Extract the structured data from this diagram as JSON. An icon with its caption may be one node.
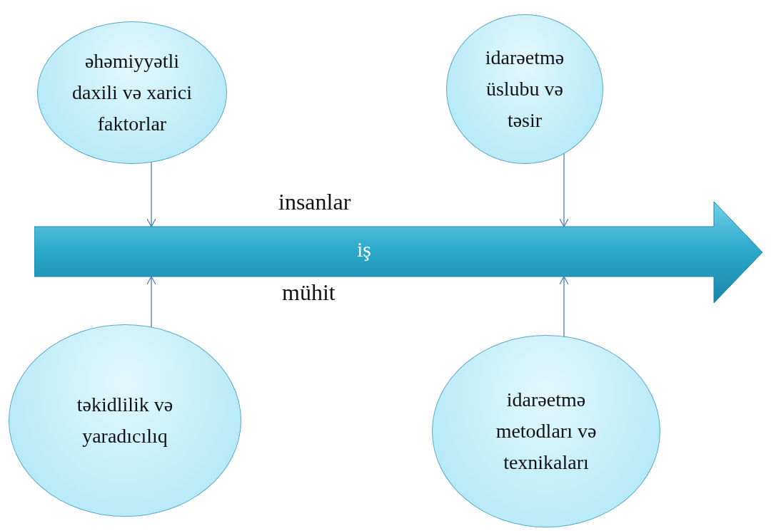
{
  "diagram": {
    "nodes": [
      {
        "text": [
          "əhəmiyyətli daxili və xarici faktorlar"
        ]
      },
      {
        "text": [
          "idarəetmə üslubu və təsir"
        ]
      },
      {
        "text": [
          "iş"
        ]
      },
      {
        "text": [
          "təkidlilik və yaradıcılıq"
        ]
      },
      {
        "text": [
          "idarəetmə metodları və texnikaları"
        ]
      }
    ],
    "edges": [
      {
        "from": 0,
        "to": 2,
        "arrow": "to"
      },
      {
        "from": 1,
        "to": 2,
        "arrow": "to"
      },
      {
        "from": 3,
        "to": 2,
        "arrow": "to"
      },
      {
        "from": 4,
        "to": 2,
        "arrow": "to"
      }
    ],
    "labels": [
      "insanlar",
      "mühit"
    ]
  }
}
